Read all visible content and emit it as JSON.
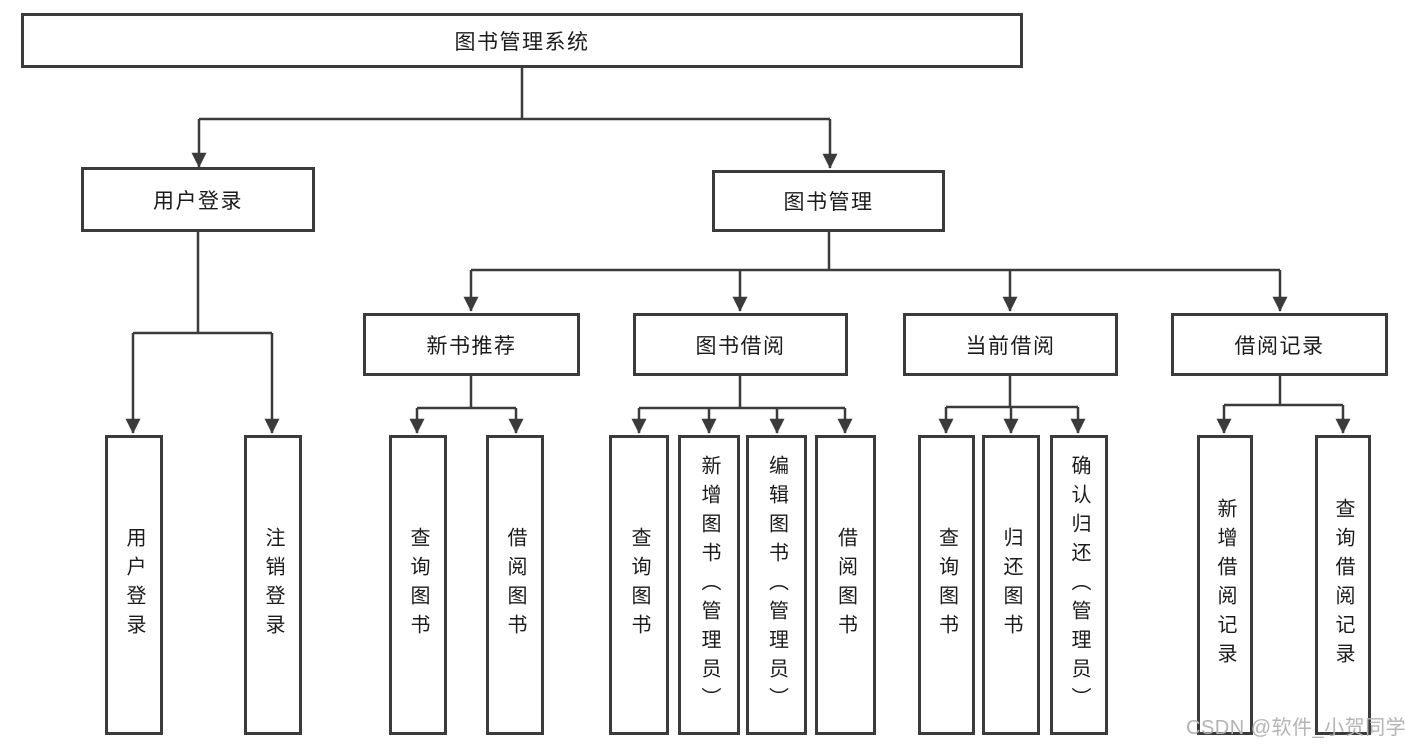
{
  "tree": {
    "root": {
      "label": "图书管理系统"
    },
    "branches": [
      {
        "label": "用户登录",
        "children": [
          {
            "label": "用户登录"
          },
          {
            "label": "注销登录"
          }
        ]
      },
      {
        "label": "图书管理",
        "children": [
          {
            "label": "新书推荐",
            "children": [
              {
                "label": "查询图书"
              },
              {
                "label": "借阅图书"
              }
            ]
          },
          {
            "label": "图书借阅",
            "children": [
              {
                "label": "查询图书"
              },
              {
                "label": "新增图书（管理员）"
              },
              {
                "label": "编辑图书（管理员）"
              },
              {
                "label": "借阅图书"
              }
            ]
          },
          {
            "label": "当前借阅",
            "children": [
              {
                "label": "查询图书"
              },
              {
                "label": "归还图书"
              },
              {
                "label": "确认归还（管理员）"
              }
            ]
          },
          {
            "label": "借阅记录",
            "children": [
              {
                "label": "新增借阅记录"
              },
              {
                "label": "查询借阅记录"
              }
            ]
          }
        ]
      }
    ]
  },
  "watermark": "CSDN @软件_小贺同学",
  "colors": {
    "line": "#3b3b3b",
    "text": "#1b1b1b",
    "watermark": "#b4b4b4"
  }
}
